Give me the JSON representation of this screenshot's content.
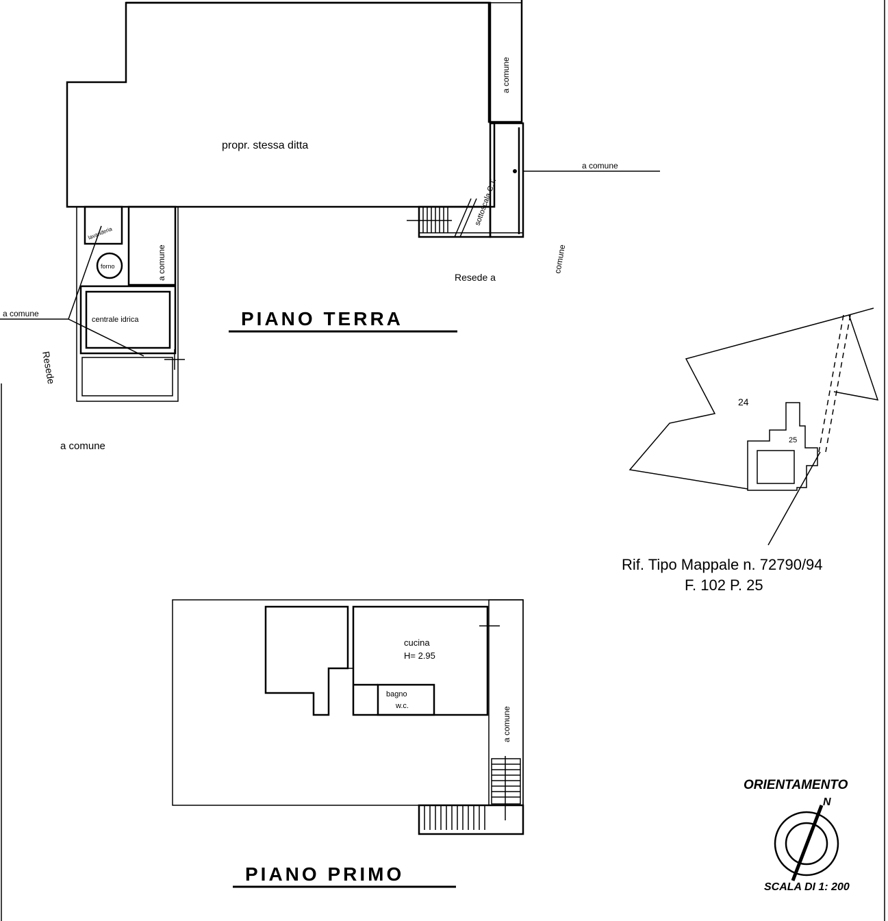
{
  "ground_floor": {
    "title": "PIANO TERRA",
    "main_area_label": "propr. stessa ditta",
    "comune_label": "a comune",
    "sottoscala_label": "sottoscala C.T.",
    "lavanderia_label": "lavanderia",
    "forno_label": "forno",
    "centrale_label": "centrale idrica",
    "resede_right": "Resede a",
    "resede_right_comune": "comune",
    "resede_left": "Resede",
    "resede_left_comune": "a comune",
    "comune_left_top": "a comune",
    "comune_right_line": "a comune",
    "comune_strip_top": "a comune",
    "comune_strip_left": "a comune"
  },
  "first_floor": {
    "title": "PIANO PRIMO",
    "cucina_label": "cucina",
    "height_label": "H= 2.95",
    "bagno_label": "bagno",
    "wc_label": "w.c.",
    "comune_strip": "a comune"
  },
  "site_map": {
    "parcel_24": "24",
    "parcel_25": "25",
    "ref_line1": "Rif. Tipo Mappale n. 72790/94",
    "ref_line2": "F. 102    P. 25"
  },
  "orientation": {
    "title": "ORIENTAMENTO",
    "north": "N"
  },
  "scale": {
    "label": "SCALA DI 1: 200"
  }
}
